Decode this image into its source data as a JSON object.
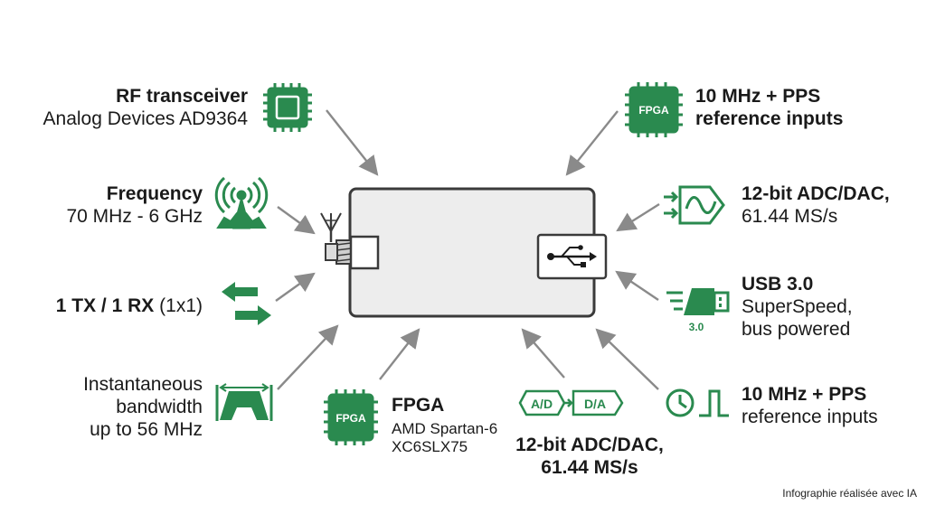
{
  "colors": {
    "accent": "#2a8a4f",
    "arrow": "#8a8a8a",
    "device_fill": "#ededed",
    "device_stroke": "#3a3a3a"
  },
  "callouts": {
    "rf": {
      "title": "RF transceiver",
      "sub": "Analog Devices AD9364",
      "icon": "chip-icon"
    },
    "ref_top": {
      "line1": "10 MHz + PPS",
      "line2": "reference inputs",
      "icon": "fpga-icon"
    },
    "freq": {
      "title": "Frequency",
      "sub": "70 MHz - 6 GHz",
      "icon": "antenna-tower-icon"
    },
    "adc_right": {
      "title": "12-bit ADC/DAC,",
      "sub": "61.44 MS/s",
      "icon": "signal-conversion-icon"
    },
    "txrx": {
      "bold": "1 TX / 1 RX",
      "normal": "(1x1)",
      "icon": "bidirectional-arrows-icon"
    },
    "usb": {
      "title": "USB 3.0",
      "sub1": "SuperSpeed,",
      "sub2": "bus powered",
      "icon": "usb-stick-icon",
      "badge": "3.0"
    },
    "bandwidth": {
      "line1": "Instantaneous",
      "line2": "bandwidth",
      "line3": "up to 56 MHz",
      "icon": "bandwidth-icon"
    },
    "fpga": {
      "title": "FPGA",
      "sub1": "AMD Spartan-6",
      "sub2": "XC6SLX75",
      "icon": "fpga-icon"
    },
    "adc_bottom": {
      "line1": "12-bit ADC/DAC,",
      "line2": "61.44 MS/s",
      "icon": "ad-da-icon",
      "ad": "A/D",
      "da": "D/A"
    },
    "ref_bottom": {
      "title": "10 MHz + PPS",
      "sub": "reference inputs",
      "icon": "clock-pulse-icon"
    }
  },
  "fpga_chip_label": "FPGA",
  "credit": "Infographie réalisée avec IA"
}
